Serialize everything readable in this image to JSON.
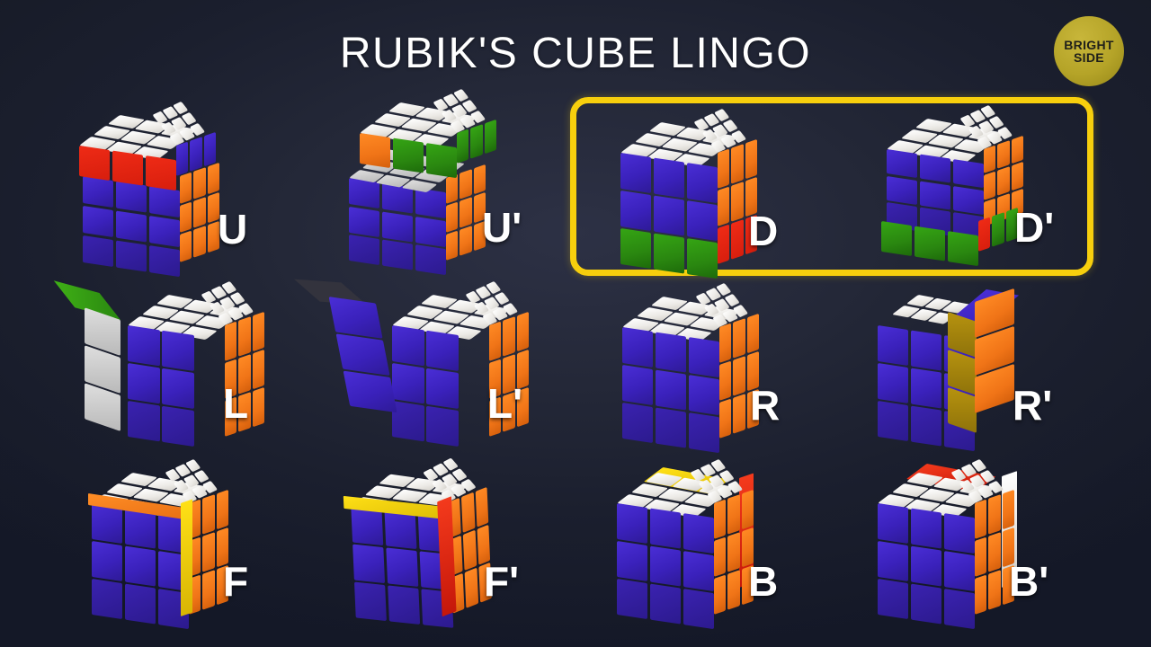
{
  "header": {
    "title": "RUBIK'S CUBE LINGO",
    "brand_line1": "BRIGHT",
    "brand_line2": "SIDE"
  },
  "colors": {
    "background_dark": "#161a26",
    "background_center": "#2d3145",
    "highlight_border": "#f7cf0d",
    "brand_badge": "#b5a428",
    "label_text": "#ffffff",
    "cube_blue": "#3a22b8",
    "cube_orange": "#f07418",
    "cube_white": "#f0eee9",
    "cube_green": "#2a8710",
    "cube_red": "#d71e0d",
    "cube_yellow": "#f0cb05"
  },
  "highlight": {
    "highlighted_moves": [
      "D",
      "D'"
    ],
    "border_color": "#f7cf0d"
  },
  "grid": {
    "rows": 3,
    "columns": 4,
    "moves": [
      {
        "label": "U",
        "name": "up-clockwise",
        "row": 1,
        "col": 1,
        "highlighted": false
      },
      {
        "label": "U'",
        "name": "up-counterclockwise",
        "row": 1,
        "col": 2,
        "highlighted": false
      },
      {
        "label": "D",
        "name": "down-clockwise",
        "row": 1,
        "col": 3,
        "highlighted": true
      },
      {
        "label": "D'",
        "name": "down-counterclockwise",
        "row": 1,
        "col": 4,
        "highlighted": true
      },
      {
        "label": "L",
        "name": "left-clockwise",
        "row": 2,
        "col": 1,
        "highlighted": false
      },
      {
        "label": "L'",
        "name": "left-counterclockwise",
        "row": 2,
        "col": 2,
        "highlighted": false
      },
      {
        "label": "R",
        "name": "right-clockwise",
        "row": 2,
        "col": 3,
        "highlighted": false
      },
      {
        "label": "R'",
        "name": "right-counterclockwise",
        "row": 2,
        "col": 4,
        "highlighted": false
      },
      {
        "label": "F",
        "name": "front-clockwise",
        "row": 3,
        "col": 1,
        "highlighted": false
      },
      {
        "label": "F'",
        "name": "front-counterclockwise",
        "row": 3,
        "col": 2,
        "highlighted": false
      },
      {
        "label": "B",
        "name": "back-clockwise",
        "row": 3,
        "col": 3,
        "highlighted": false
      },
      {
        "label": "B'",
        "name": "back-counterclockwise",
        "row": 3,
        "col": 4,
        "highlighted": false
      }
    ]
  }
}
